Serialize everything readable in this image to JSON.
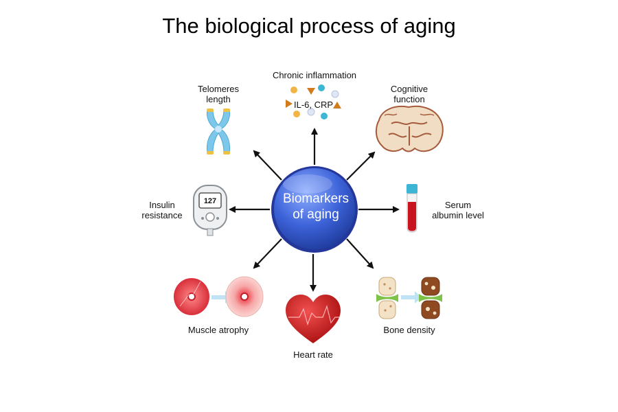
{
  "title": "The biological process of aging",
  "hub": {
    "line1": "Biomarkers",
    "line2": "of aging"
  },
  "markers": {
    "inflammation": {
      "label": "Chronic inflammation",
      "sublabel": "IL-6, CRP"
    },
    "telomeres": {
      "line1": "Telomeres",
      "line2": "length"
    },
    "cognitive": {
      "line1": "Cognitive",
      "line2": "function"
    },
    "insulin": {
      "line1": "Insulin",
      "line2": "resistance",
      "meter_value": "127"
    },
    "albumin": {
      "line1": "Serum",
      "line2": "albumin level"
    },
    "muscle": {
      "label": "Muscle atrophy"
    },
    "heart": {
      "label": "Heart rate"
    },
    "bone": {
      "label": "Bone density"
    }
  },
  "colors": {
    "hub": "#3d63d9",
    "chromosome": "#7cc7ea",
    "blood": "#c8141e",
    "heart": "#d01a1a",
    "brain": "#f1dcc4",
    "arrow": "#111111"
  },
  "icons": [
    "chromosome-icon",
    "brain-icon",
    "blood-tube-icon",
    "glucometer-icon",
    "muscle-icon",
    "heart-icon",
    "bone-joint-icon",
    "molecules-icon"
  ]
}
